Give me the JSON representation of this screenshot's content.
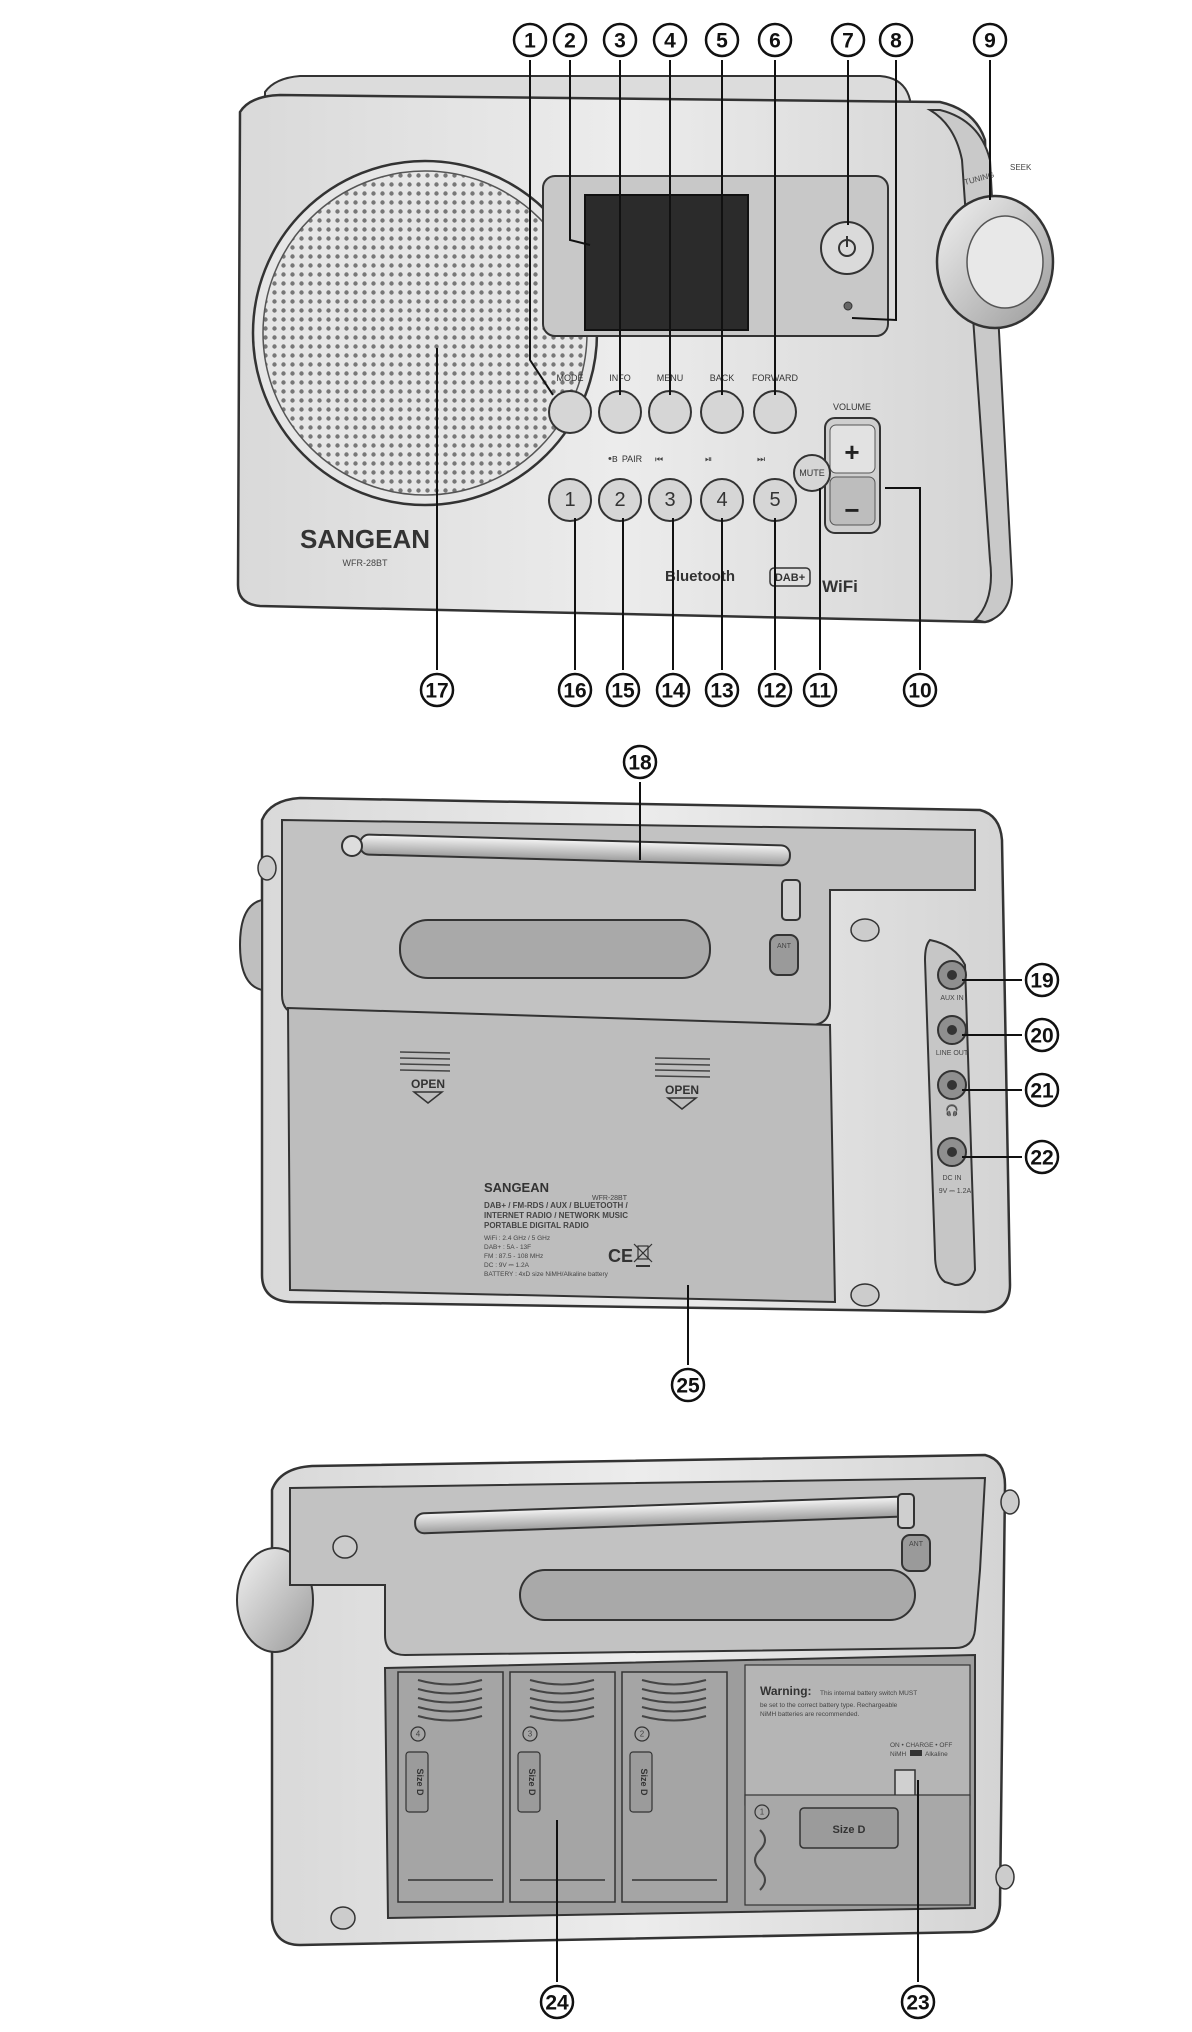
{
  "front": {
    "brand": "SANGEAN",
    "model": "WFR-28BT",
    "buttons": [
      "MODE",
      "INFO",
      "MENU",
      "BACK",
      "FORWARD"
    ],
    "presets": [
      "1",
      "2",
      "3",
      "4",
      "5"
    ],
    "pair_label": "PAIR",
    "volume_label": "VOLUME",
    "vol_plus": "+",
    "vol_minus": "−",
    "mute_label": "MUTE",
    "tuning_label": "TUNING",
    "seek_label": "SEEK",
    "bluetooth_label": "Bluetooth",
    "wifi_label": "WiFi",
    "dab_label": "DAB+",
    "callouts": [
      "1",
      "2",
      "3",
      "4",
      "5",
      "6",
      "7",
      "8",
      "9",
      "10",
      "11",
      "12",
      "13",
      "14",
      "15",
      "16",
      "17"
    ]
  },
  "back": {
    "open_labels": [
      "OPEN",
      "OPEN"
    ],
    "ant_label": "ANT",
    "jacks": [
      "AUX IN",
      "LINE OUT",
      "DC IN"
    ],
    "dc_rating": "9V ⎓ 1.2A",
    "label_brand": "SANGEAN",
    "label_model": "WFR-28BT",
    "label_lines": [
      "DAB+ / FM-RDS / AUX / BLUETOOTH /",
      "INTERNET RADIO / NETWORK MUSIC",
      "PORTABLE DIGITAL RADIO",
      "WiFi : 2.4 GHz / 5 GHz",
      "DAB+ : 5A - 13F",
      "FM : 87.5 - 108 MHz",
      "DC : 9V ⎓ 1.2A",
      "BATTERY : 4xD size NiMH/Alkaline battery"
    ],
    "ce_mark": "CE",
    "callouts": [
      "18",
      "19",
      "20",
      "21",
      "22",
      "25"
    ]
  },
  "battery": {
    "ant_label": "ANT",
    "size_label": "Size D",
    "cell_numbers": [
      "4",
      "3",
      "2",
      "1"
    ],
    "warning_title": "Warning:",
    "warning_lines": [
      "This internal battery switch MUST",
      "be set to the correct battery type. Rechargeable",
      "NiMH batteries are recommended."
    ],
    "switch_line1": "ON • CHARGE • OFF",
    "switch_line2_left": "NiMH",
    "switch_line2_right": "Alkaline",
    "callouts": [
      "23",
      "24"
    ]
  }
}
